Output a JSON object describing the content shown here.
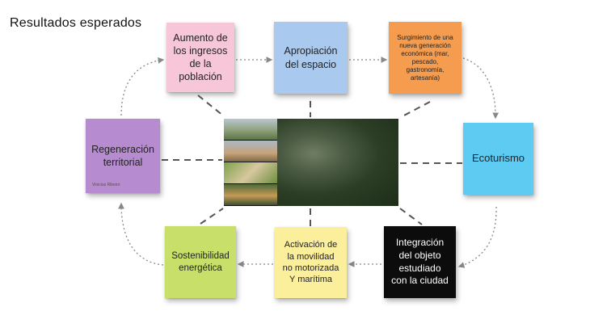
{
  "title": "Resultados esperados",
  "notes": {
    "aumento": "Aumento de\nlos ingresos\nde la\npoblación",
    "apropiacion": "Apropiación\ndel espacio",
    "surgimiento": "Surgimiento de una\nnueva generación\neconómica (mar,\npescado,\ngastronomía,\nartesanía)",
    "regeneracion": "Regeneración\nterritorial",
    "ecoturismo": "Ecoturismo",
    "sostenibilidad": "Sostenibilidad\nenergética",
    "activacion": "Activación de\nla movilidad\nno motorizada\nY marítima",
    "integracion": "Integración\ndel objeto\nestudiado\ncon la ciudad"
  },
  "signature": "Vinicius Ribeiro",
  "colors": {
    "pink": "#f7c6d8",
    "blue": "#a9c9ef",
    "orange": "#f59c4e",
    "purple": "#b68bd0",
    "cyan": "#5ecbf2",
    "green": "#c8e06a",
    "yellow": "#fbef9c",
    "black": "#0c0c0c"
  }
}
